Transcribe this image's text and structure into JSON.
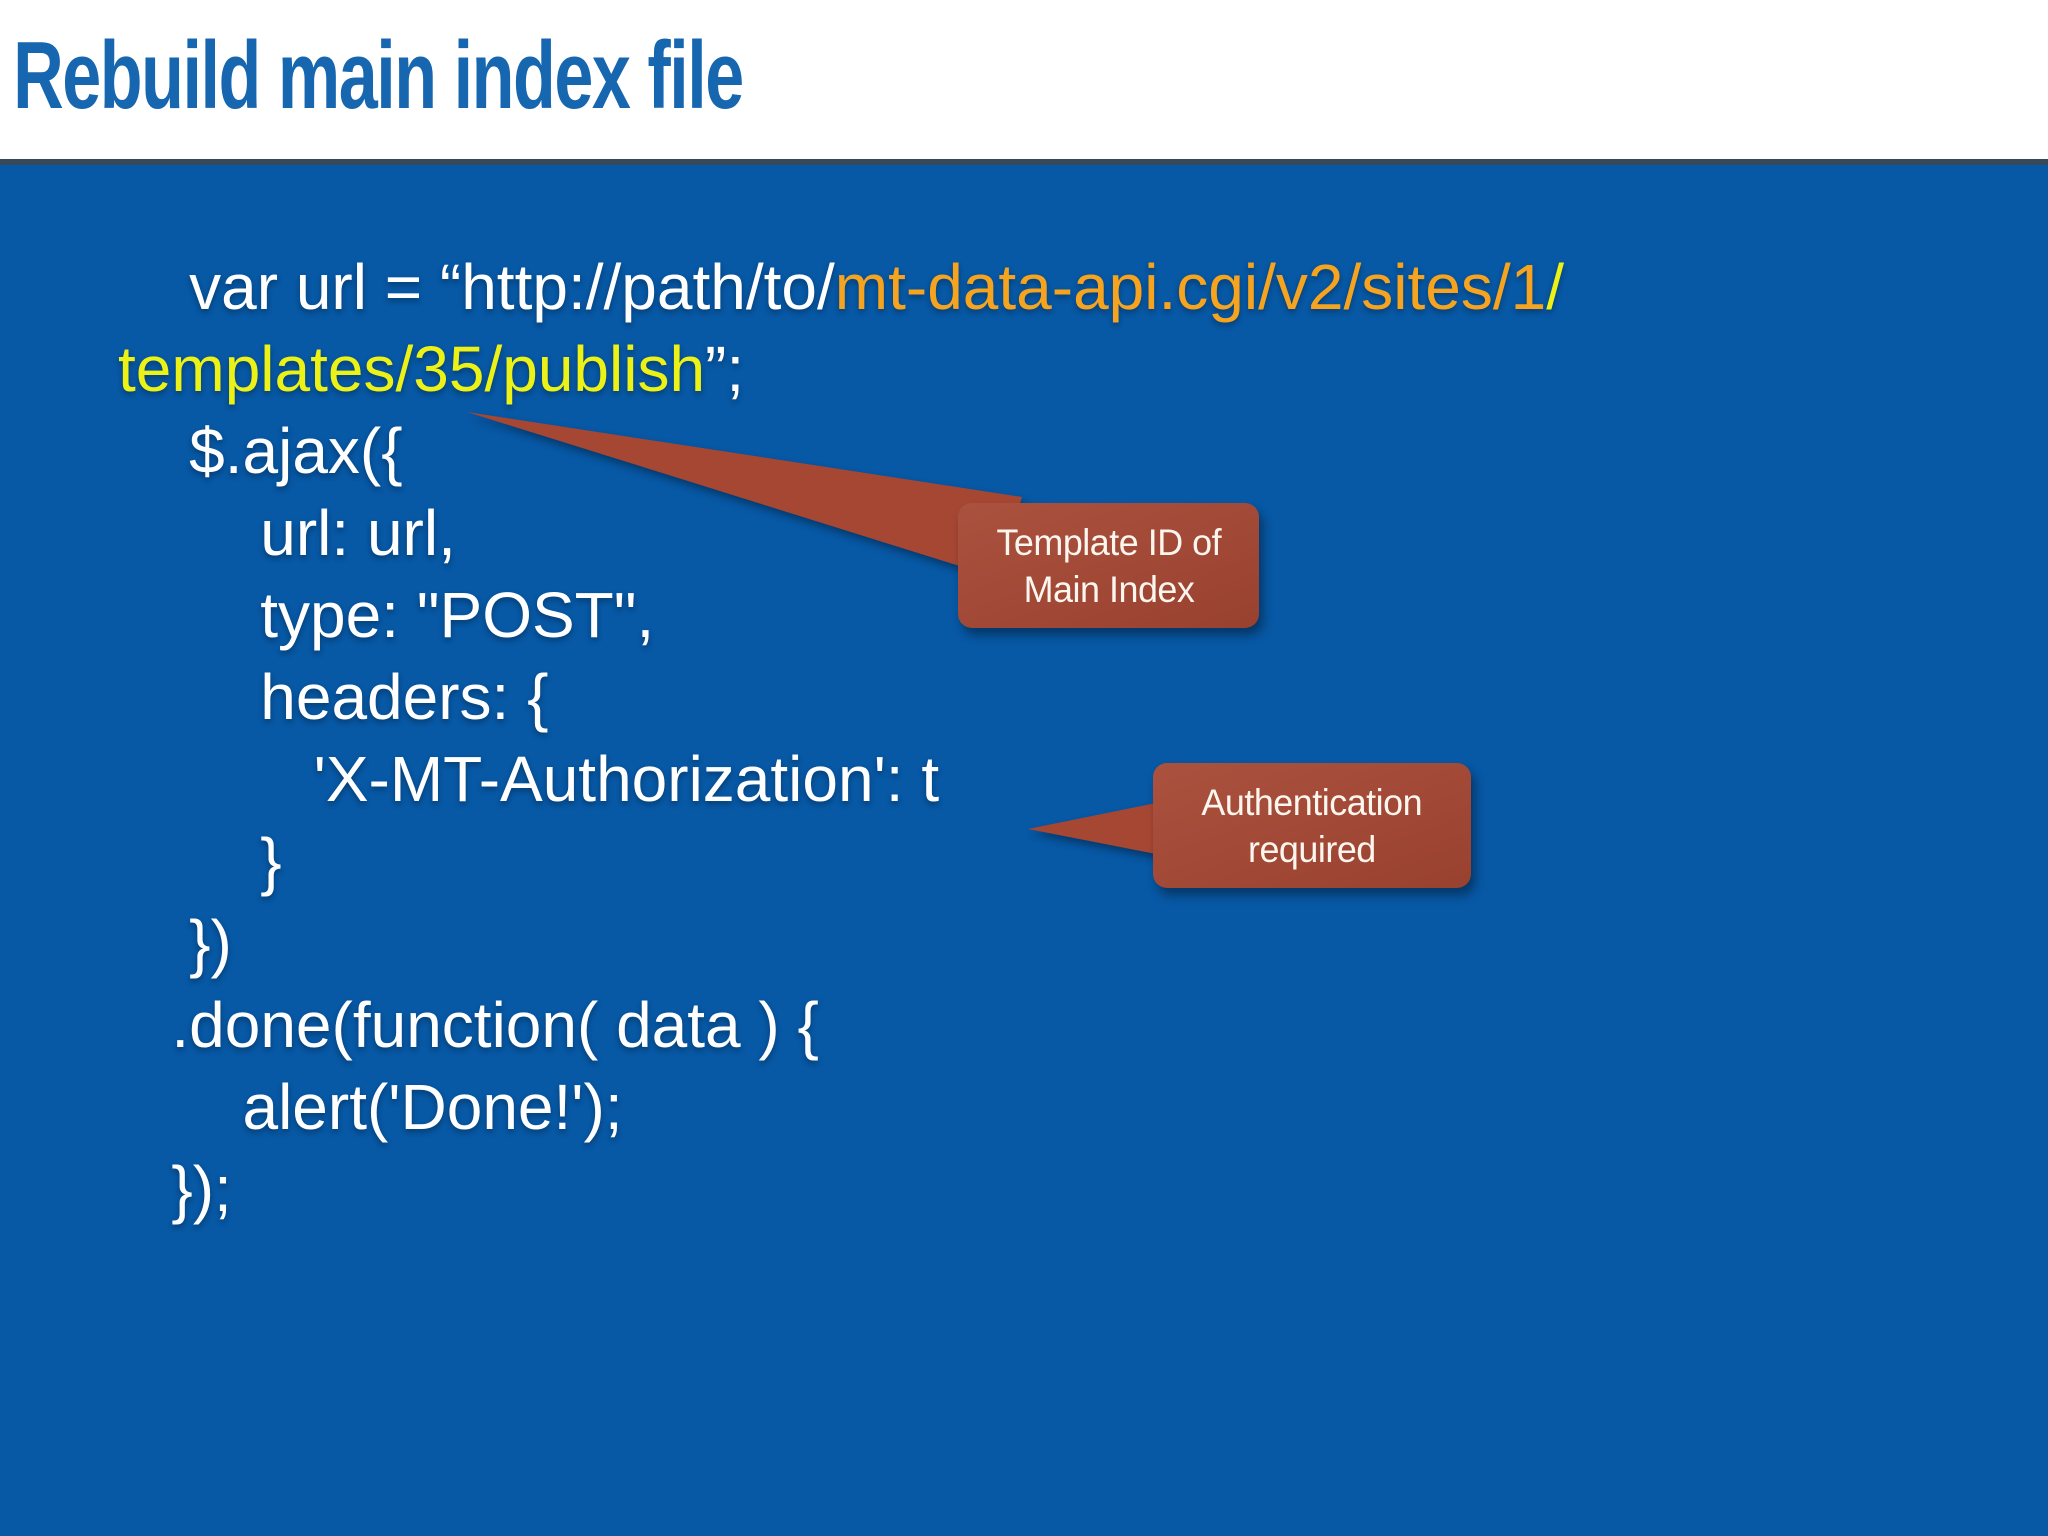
{
  "header": {
    "title": "Rebuild main index file"
  },
  "colors": {
    "background": "#0758A5",
    "header_bg": "#FFFFFF",
    "title": "#1766B0",
    "divider": "#36495B",
    "code_white": "#FFFFFF",
    "code_orange": "#F6A41F",
    "code_yellow": "#ECF216",
    "callout_bg": "#A64733",
    "callout_text": "#FCF6EE"
  },
  "code": {
    "lines": [
      {
        "segments": [
          {
            "text": "    var url = “http://path/to/",
            "color": "white"
          },
          {
            "text": "mt-data-api.cgi/v2/sites/1",
            "color": "orange"
          },
          {
            "text": "/",
            "color": "yellow"
          }
        ]
      },
      {
        "segments": [
          {
            "text": "templates/35/publish",
            "color": "yellow"
          },
          {
            "text": "”;",
            "color": "white"
          }
        ]
      },
      {
        "segments": [
          {
            "text": "    $.ajax({",
            "color": "white"
          }
        ]
      },
      {
        "segments": [
          {
            "text": "        url: url,",
            "color": "white"
          }
        ]
      },
      {
        "segments": [
          {
            "text": "        type: \"POST\",",
            "color": "white"
          }
        ]
      },
      {
        "segments": [
          {
            "text": "        headers: {",
            "color": "white"
          }
        ]
      },
      {
        "segments": [
          {
            "text": "           'X-MT-Authorization': t",
            "color": "white"
          }
        ]
      },
      {
        "segments": [
          {
            "text": "        }",
            "color": "white"
          }
        ]
      },
      {
        "segments": [
          {
            "text": "    })",
            "color": "white"
          }
        ]
      },
      {
        "segments": [
          {
            "text": "   .done(function( data ) {",
            "color": "white"
          }
        ]
      },
      {
        "segments": [
          {
            "text": "       alert('Done!');",
            "color": "white"
          }
        ]
      },
      {
        "segments": [
          {
            "text": "   });",
            "color": "white"
          }
        ]
      }
    ]
  },
  "callouts": [
    {
      "line1": "Template ID of",
      "line2": "Main Index"
    },
    {
      "line1": "Authentication",
      "line2": "required"
    }
  ]
}
